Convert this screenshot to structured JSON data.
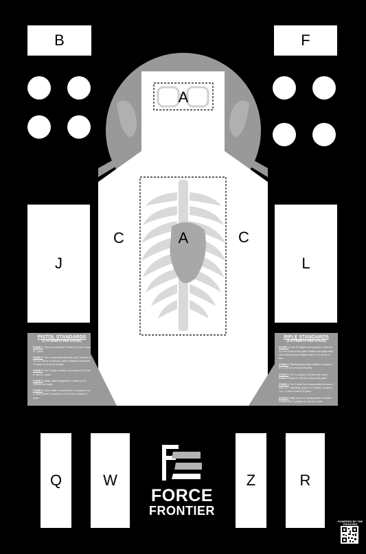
{
  "zones": {
    "b": "B",
    "f": "F",
    "a_head": "A",
    "a_body": "A",
    "c_left": "C",
    "c_right": "C",
    "j": "J",
    "l": "L",
    "q": "Q",
    "w": "W",
    "z": "Z",
    "r": "R"
  },
  "pistol": {
    "title": "PISTOL STANDARDS",
    "subtitle": "(3 ATTEMPTS PER STAGE)",
    "stages": [
      {
        "label": "STAGE 1",
        "text": "- From low ready fire 2 shots in 1.5 sec or less at 7 yards"
      },
      {
        "label": "STAGE 2",
        "text": "- Fire on command with draw and 2 shots to A or C in 1.80 sec or less at 7 yards. Repeat 3 times from 10 yards in 1.5 sec at 3 yards"
      },
      {
        "label": "STAGE 3",
        "text": "- Fire 2 shots to A then 1 to A head in 3.75 sec or less at 7 yards"
      },
      {
        "label": "STAGE 4",
        "text": "- Single hand strong draw 2 rounds to A in 1.85 sec at 5 yards"
      },
      {
        "label": "STAGE 5",
        "text": "- From holster 1 round to B/F, 2 rounds to J or L, draw and fire 2 rounds to A in 5.70 sec or less at 7 yards"
      }
    ]
  },
  "rifle": {
    "title": "RIFLE STANDARDS",
    "subtitle": "(3 ATTEMPTS PER STAGE)",
    "stages": [
      {
        "label": "STAGE 1",
        "text": "- From 45 degree low ready fire 1 shot to A in 1 sec or less at 25 yards. Position from high ready with muzzle at your straight sense 2 in 1.15 sec or less"
      },
      {
        "label": "STAGE 2",
        "text": "- Standing from ready position 2 rounds to A in 1.25 sec or less at 25 yards"
      },
      {
        "label": "STAGE 3",
        "text": "- Fire 2 rounds in 2.35 sec from ready position 2 shots in 1.30 sec or less at 25 yards"
      },
      {
        "label": "STAGE 4",
        "text": "- Fire 2 shots from ready position at zone A and C to J, switching shots (2 to 3 shots) 1 to and to J or L, 3 sec or less at 25 yards"
      },
      {
        "label": "STAGE 5",
        "text": "- Walk over to A, ready position at another 1 and to B to F position in 4 sec at 7 yards"
      }
    ]
  },
  "brand": {
    "line1": "FORCE",
    "line2": "FRONTIER",
    "qr_caption": "POWERED BY THE FRONTIER"
  },
  "colors": {
    "background": "#000000",
    "target": "#ffffff",
    "shoulder": "#999999",
    "skeleton": "#d9d9d9",
    "standards_panel": "#9a9a9a",
    "brand_mark": "#b3b3b3"
  }
}
